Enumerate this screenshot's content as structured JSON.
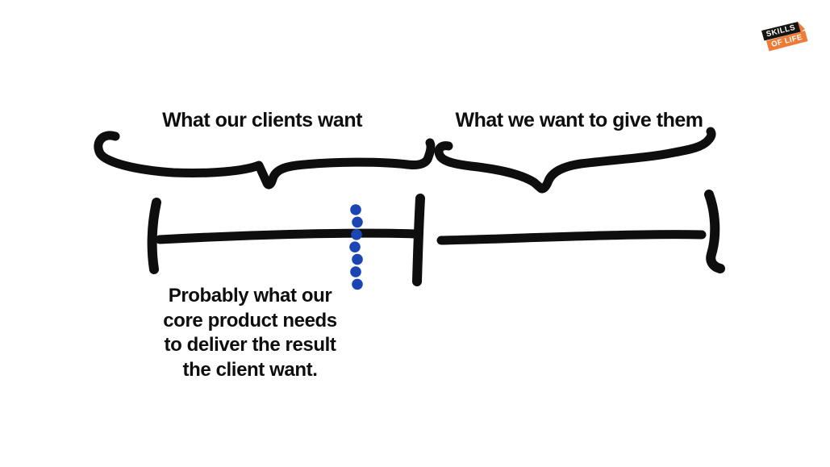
{
  "slide": {
    "background": "#ffffff"
  },
  "logo": {
    "top_text": "SKILLS",
    "bottom_text": "OF LIFE",
    "banner_black_color": "#161413",
    "banner_orange_color": "#ee7c38",
    "text_color": "#ffffff"
  },
  "diagram": {
    "left_section_label": "What our clients want",
    "right_section_label": "What we want to give them",
    "annotation": {
      "lines": [
        "Probably what our",
        "core product needs",
        "to deliver the result",
        "the client want."
      ]
    },
    "stroke_color": "#0e0e0e",
    "divider": {
      "color": "#1c45b4",
      "dot_count": 7
    }
  }
}
